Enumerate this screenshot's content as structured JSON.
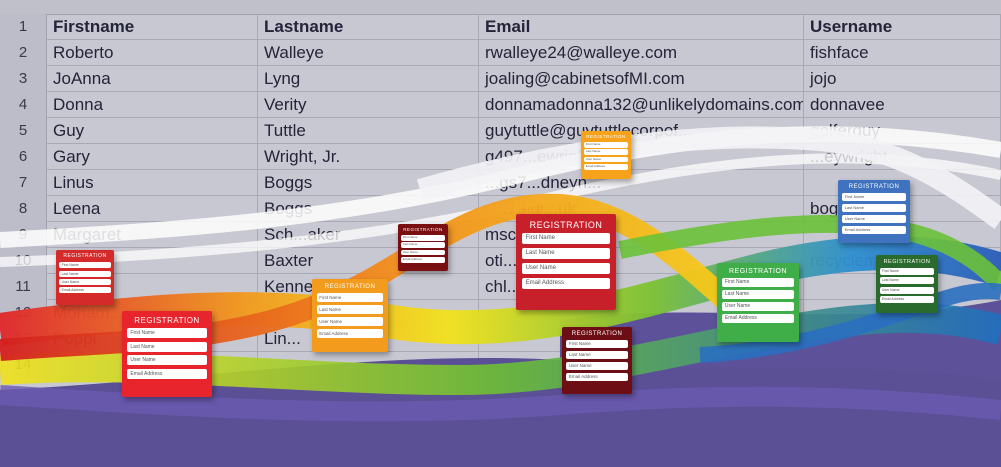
{
  "sheet": {
    "header": {
      "num": "1",
      "firstname": "Firstname",
      "lastname": "Lastname",
      "email": "Email",
      "username": "Username"
    },
    "rows": [
      {
        "num": "2",
        "firstname": "Roberto",
        "lastname": "Walleye",
        "email": "rwalleye24@walleye.com",
        "username": "fishface"
      },
      {
        "num": "3",
        "firstname": "JoAnna",
        "lastname": "Lyng",
        "email": "joaling@cabinetsofMI.com",
        "username": "jojo"
      },
      {
        "num": "4",
        "firstname": "Donna",
        "lastname": "Verity",
        "email": "donnamadonna132@unlikelydomains.com",
        "username": "donnavee"
      },
      {
        "num": "5",
        "firstname": "Guy",
        "lastname": "Tuttle",
        "email": "guytuttle@guytuttlecorpof...",
        "username": "golferguy"
      },
      {
        "num": "6",
        "firstname": "Gary",
        "lastname": "Wright, Jr.",
        "email": "g497...ewright.com",
        "username": "...eywright"
      },
      {
        "num": "7",
        "firstname": "Linus",
        "lastname": "Boggs",
        "email": "...gs7...dneyn...",
        "username": ""
      },
      {
        "num": "8",
        "firstname": "Leena",
        "lastname": "Boggs",
        "email": "...s79@...uk",
        "username": "bog..."
      },
      {
        "num": "9",
        "firstname": "Margaret",
        "lastname": "Sch...aker",
        "email": "msc...",
        "username": ""
      },
      {
        "num": "10",
        "firstname": "",
        "lastname": "Baxter",
        "email": "oti...",
        "username": "recyclem..."
      },
      {
        "num": "11",
        "firstname": "",
        "lastname": "Kenne...",
        "email": "chl...",
        "username": ""
      },
      {
        "num": "12",
        "firstname": "Moham...",
        "lastname": "",
        "email": "",
        "username": ""
      },
      {
        "num": "13",
        "firstname": "Poppi",
        "lastname": "Lin...",
        "email": "",
        "username": ""
      },
      {
        "num": "14",
        "firstname": "",
        "lastname": "",
        "email": "",
        "username": ""
      }
    ]
  },
  "cards": [
    {
      "title": "REGISTRATION",
      "fields": [
        "First Name",
        "Last Name",
        "User Name",
        "Email Address"
      ],
      "color": "#d42a2a"
    },
    {
      "title": "REGISTRATION",
      "fields": [
        "First Name",
        "Last Name",
        "User Name",
        "Email Address"
      ],
      "color": "#e8242d"
    },
    {
      "title": "REGISTRATION",
      "fields": [
        "First Name",
        "Last Name",
        "User Name",
        "Email Address"
      ],
      "color": "#f29b1c"
    },
    {
      "title": "REGISTRATION",
      "fields": [
        "First Name",
        "Last Name",
        "User Name",
        "Email Address"
      ],
      "color": "#7a0f12"
    },
    {
      "title": "REGISTRATION",
      "fields": [
        "First Name",
        "Last Name",
        "User Name",
        "Email Address"
      ],
      "color": "#f6a21a"
    },
    {
      "title": "REGISTRATION",
      "fields": [
        "First Name",
        "Last Name",
        "User Name",
        "Email Address"
      ],
      "color": "#c8202a"
    },
    {
      "title": "REGISTRATION",
      "fields": [
        "First Name",
        "Last Name",
        "User Name",
        "Email Address"
      ],
      "color": "#6d0e14"
    },
    {
      "title": "REGISTRATION",
      "fields": [
        "First Name",
        "Last Name",
        "User Name",
        "Email Address"
      ],
      "color": "#3fae49"
    },
    {
      "title": "REGISTRATION",
      "fields": [
        "First Name",
        "Last Name",
        "User Name",
        "Email Address"
      ],
      "color": "#3f72bf"
    },
    {
      "title": "REGISTRATION",
      "fields": [
        "First Name",
        "Last Name",
        "User Name",
        "Email Address"
      ],
      "color": "#2a6a2c"
    }
  ],
  "colors": {
    "purple_base": "#5b4f96",
    "sheet_bg": "#c8c8d2"
  }
}
